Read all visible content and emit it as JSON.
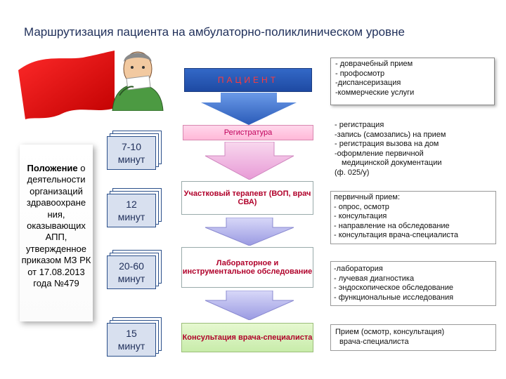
{
  "title": "Маршрутизация пациента на амбулаторно-поликлиническом уровне",
  "left_panel": {
    "bold": "Положение",
    "rest": " о деятельности организаций здравоохране ния, оказывающих АПП, утвержденное приказом МЗ РК от 17.08.2013 года №479"
  },
  "times": [
    {
      "value": "7-10",
      "unit": "минут"
    },
    {
      "value": "12",
      "unit": "минут"
    },
    {
      "value": "20-60",
      "unit": "минут"
    },
    {
      "value": "15",
      "unit": "минут"
    }
  ],
  "steps": {
    "patient": "ПАЦИЕНТ",
    "registry": "Регистратура",
    "therapist": "Участковый терапевт (ВОП, врач СВА)",
    "lab": "Лабораторное и инструментальное обследование",
    "consult": "Консультация врача-специалиста"
  },
  "details": {
    "patient": [
      "- доврачебный прием",
      "- профосмотр",
      "-диспансеризация",
      "-коммерческие услуги"
    ],
    "registry": [
      "- регистрация",
      "-запись (самозапись) на прием",
      "- регистрация вызова на дом",
      "-оформление первичной",
      "медицинской документации",
      "(ф. 025/у)"
    ],
    "therapist": [
      "первичный прием:",
      "- опрос, осмотр",
      "- консультация",
      "- направление на обследование",
      "- консультация врача-специалиста"
    ],
    "lab": [
      "-лаборатория",
      "- лучевая диагностика",
      "- эндоскопическое обследование",
      "- функциональные исследования"
    ],
    "consult": [
      "Прием (осмотр, консультация)",
      "врача-специалиста"
    ]
  },
  "colors": {
    "flag": "#d80000",
    "patient_box": "#2a5bb8",
    "arrow_down": "#4a7fd8",
    "arrow_pink": "#f2b7e0",
    "arrow_purple": "#a8a8e8"
  }
}
